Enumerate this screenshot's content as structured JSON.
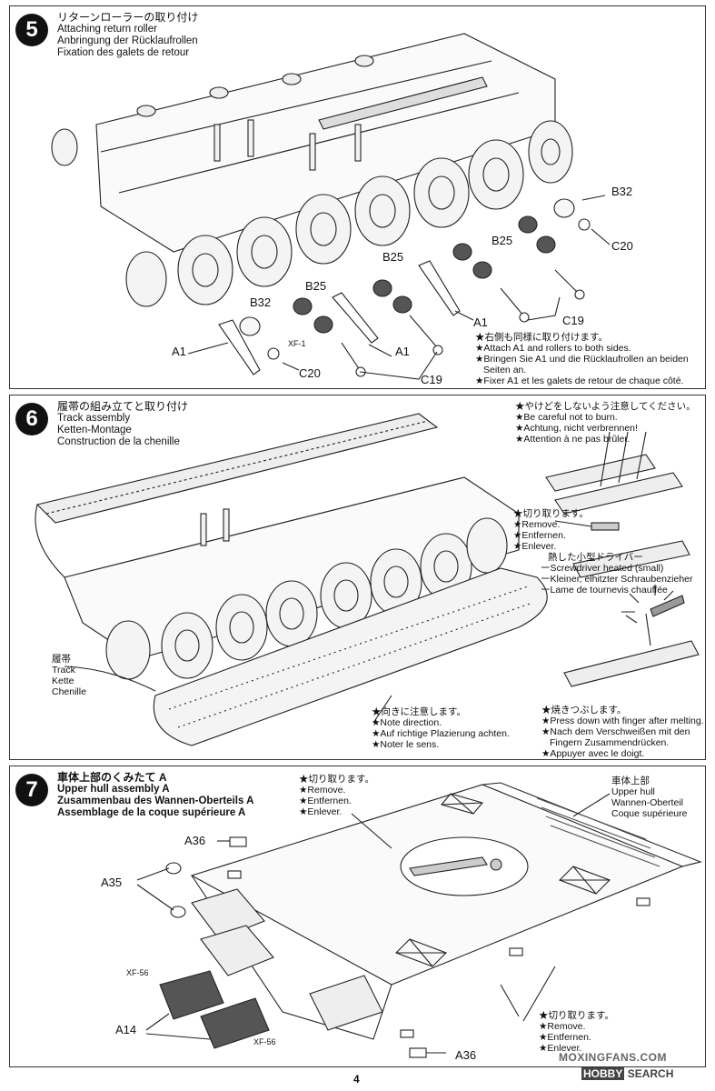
{
  "step5": {
    "number": "5",
    "title_jp": "リターンローラーの取り付け",
    "title_en": "Attaching return roller",
    "title_de": "Anbringung der Rücklaufrollen",
    "title_fr": "Fixation des galets de retour",
    "labels": {
      "b32_top": "B32",
      "c20_right": "C20",
      "b25_right": "B25",
      "b25_mid": "B25",
      "b25_left": "B25",
      "a1_right": "A1",
      "c19_right": "C19",
      "b32_left": "B32",
      "xf1": "XF-1",
      "a1_left": "A1",
      "c20_left": "C20",
      "a1_mid": "A1",
      "c19_left": "C19"
    },
    "note": [
      "★右側も同様に取り付けます。",
      "★Attach A1 and rollers to both sides.",
      "★Bringen Sie A1 und die Rücklaufrollen an beiden",
      "Seiten an.",
      "★Fixer A1 et les galets de retour de chaque côté."
    ]
  },
  "step6": {
    "number": "6",
    "title_jp": "履帯の組み立てと取り付け",
    "title_en": "Track assembly",
    "title_de": "Ketten-Montage",
    "title_fr": "Construction de la chenille",
    "burn_note": [
      "★やけどをしないよう注意してください。",
      "★Be careful not to burn.",
      "★Achtung, nicht verbrennen!",
      "★Attention à ne pas brûler."
    ],
    "remove_note": [
      "★切り取ります。",
      "★Remove.",
      "★Entfernen.",
      "★Enlever."
    ],
    "screwdriver_note": [
      "熱した小型ドライバー",
      "ーScrewdriver heated (small)",
      "ーKleiner, elhitzter Schraubenzieher",
      "ーLame de tournevis chauffée"
    ],
    "track_label": [
      "履帯",
      "Track",
      "Kette",
      "Chenille"
    ],
    "direction_note": [
      "★向きに注意します。",
      "★Note direction.",
      "★Auf richtige Plazierung achten.",
      "★Noter le sens."
    ],
    "melt_note": [
      "★焼きつぶします。",
      "★Press down with finger after melting.",
      "★Nach dem Verschweißen mit den",
      "Fingern Zusammendrücken.",
      "★Appuyer avec le doigt."
    ]
  },
  "step7": {
    "number": "7",
    "title_jp": "車体上部のくみたて A",
    "title_en": "Upper hull assembly A",
    "title_de": "Zusammenbau des Wannen-Oberteils A",
    "title_fr": "Assemblage de la coque supérieure A",
    "remove_note_top": [
      "★切り取ります。",
      "★Remove.",
      "★Entfernen.",
      "★Enlever."
    ],
    "hull_label": [
      "車体上部",
      "Upper hull",
      "Wannen-Oberteil",
      "Coque supérieure"
    ],
    "labels": {
      "a36_top": "A36",
      "a35": "A35",
      "xf56_left": "XF-56",
      "a14": "A14",
      "xf56_bottom": "XF-56",
      "a36_bottom": "A36"
    },
    "remove_note_bottom": [
      "★切り取ります。",
      "★Remove.",
      "★Entfernen.",
      "★Enlever."
    ]
  },
  "page_number": "4",
  "watermark_1": "MOXINGFANS.COM",
  "watermark_2a": "HOBBY",
  "watermark_2b": "SEARCH"
}
